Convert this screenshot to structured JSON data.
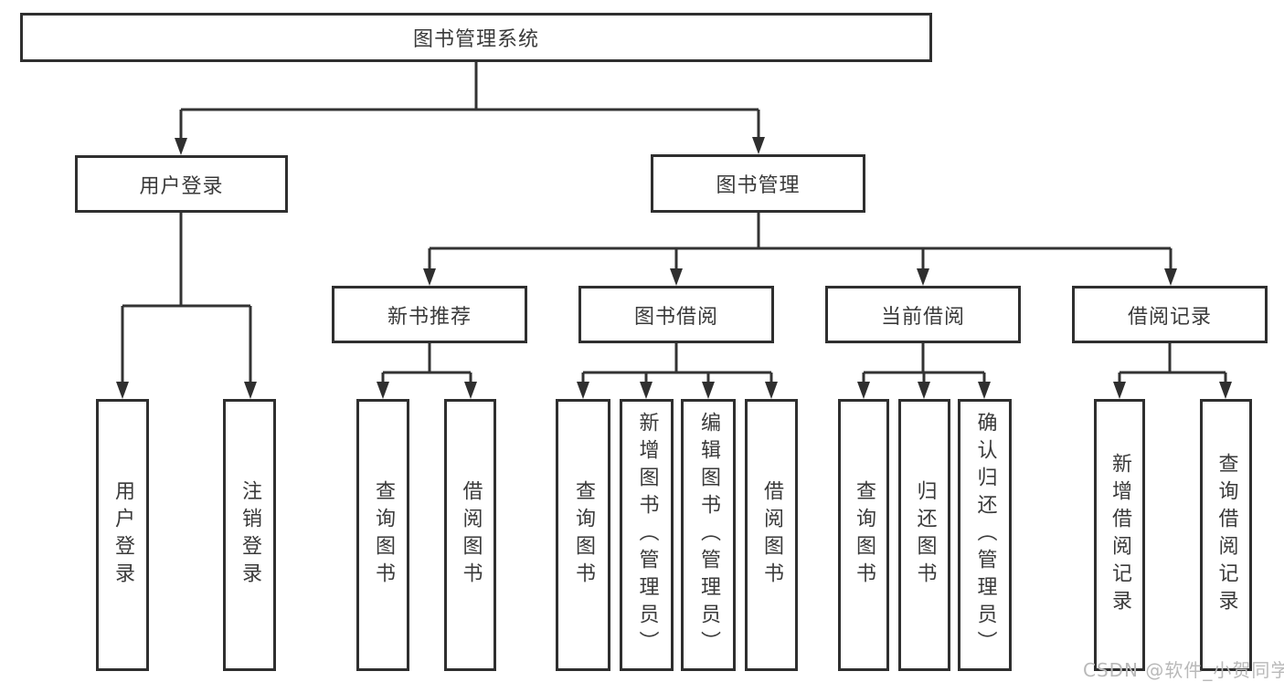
{
  "diagram_type": "hierarchy-tree",
  "colors": {
    "line": "#333333",
    "box_border": "#2f2f2f",
    "text": "#3a3a3a",
    "watermark": "#b9b9b9",
    "background": "#ffffff"
  },
  "tree": {
    "root": {
      "label": "图书管理系统",
      "children": [
        {
          "label": "用户登录",
          "children": [
            {
              "label": "用户登录"
            },
            {
              "label": "注销登录"
            }
          ]
        },
        {
          "label": "图书管理",
          "children": [
            {
              "label": "新书推荐",
              "children": [
                {
                  "label": "查询图书"
                },
                {
                  "label": "借阅图书"
                }
              ]
            },
            {
              "label": "图书借阅",
              "children": [
                {
                  "label": "查询图书"
                },
                {
                  "label": "新增图书（管理员）"
                },
                {
                  "label": "编辑图书（管理员）"
                },
                {
                  "label": "借阅图书"
                }
              ]
            },
            {
              "label": "当前借阅",
              "children": [
                {
                  "label": "查询图书"
                },
                {
                  "label": "归还图书"
                },
                {
                  "label": "确认归还（管理员）"
                }
              ]
            },
            {
              "label": "借阅记录",
              "children": [
                {
                  "label": "新增借阅记录"
                },
                {
                  "label": "查询借阅记录"
                }
              ]
            }
          ]
        }
      ]
    }
  },
  "watermark": {
    "text": "CSDN @软件_小贺同学"
  }
}
